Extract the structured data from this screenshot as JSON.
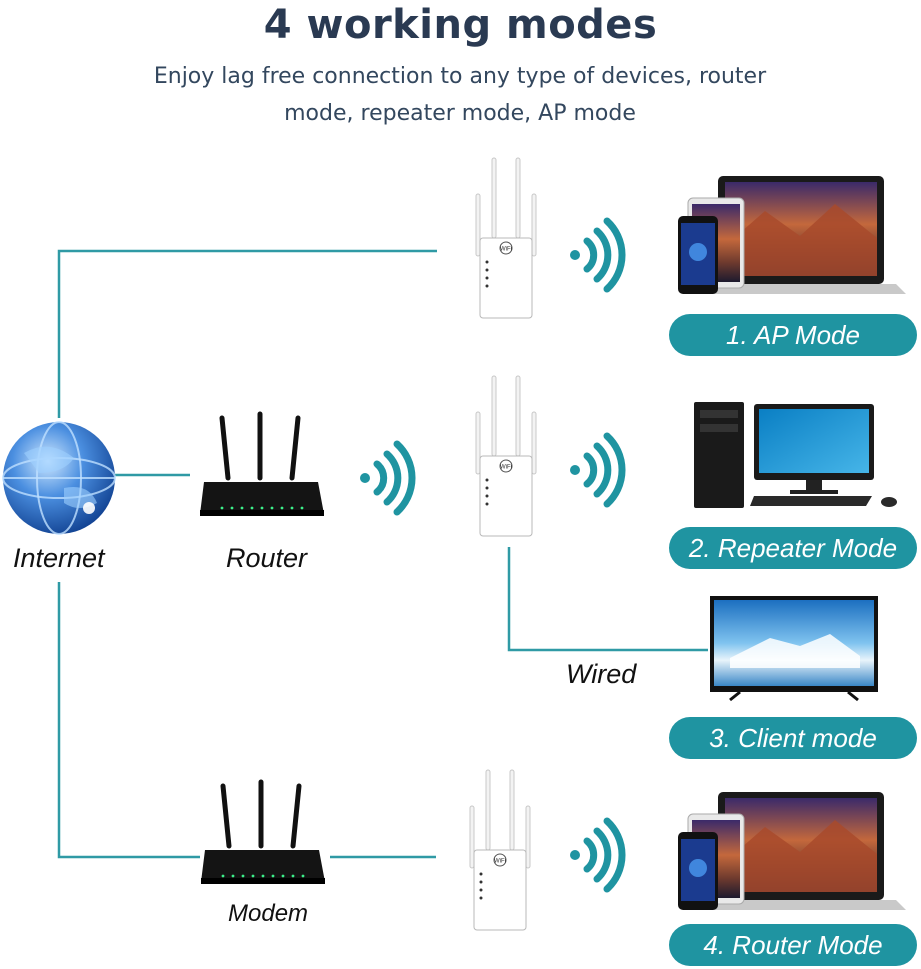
{
  "header": {
    "title": "4 working modes",
    "subtitle_line1": "Enjoy lag free connection to any type of devices, router",
    "subtitle_line2": "mode, repeater mode, AP mode"
  },
  "labels": {
    "internet": "Internet",
    "router": "Router",
    "modem": "Modem",
    "wired": "Wired"
  },
  "modes": [
    {
      "label": "1. AP Mode"
    },
    {
      "label": "2. Repeater Mode"
    },
    {
      "label": "3. Client mode"
    },
    {
      "label": "4. Router Mode"
    }
  ],
  "extender_badge": "WiFi",
  "colors": {
    "accent": "#1f94a1",
    "line": "#2f9aa5",
    "title": "#2a3a52"
  }
}
